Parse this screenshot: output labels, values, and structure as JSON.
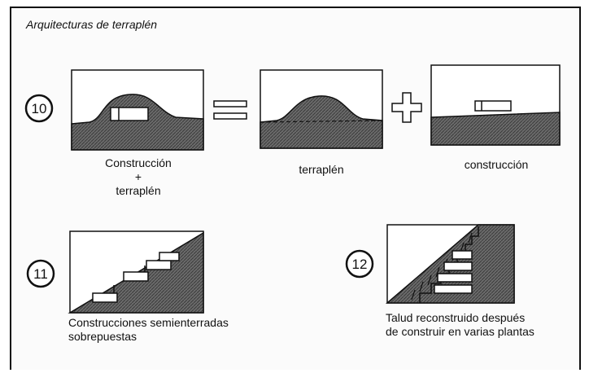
{
  "title": "Arquitecturas de terraplén",
  "numbers": {
    "n10": "10",
    "n11": "11",
    "n12": "12"
  },
  "labels": {
    "construccion_line1": "Construcción",
    "plus": "+",
    "construccion_line2": "terraplén",
    "terraplen": "terraplén",
    "construccion": "construcción",
    "n11_line1": "Construcciones semienterradas",
    "n11_line2": "sobrepuestas",
    "n12_line1": "Talud reconstruido después",
    "n12_line2": "de construir en varias plantas"
  },
  "symbols": {
    "equals": "=",
    "plus": "+"
  },
  "colors": {
    "ink": "#111111",
    "hatch": "#5a5a5a",
    "paper": "#ffffff"
  }
}
